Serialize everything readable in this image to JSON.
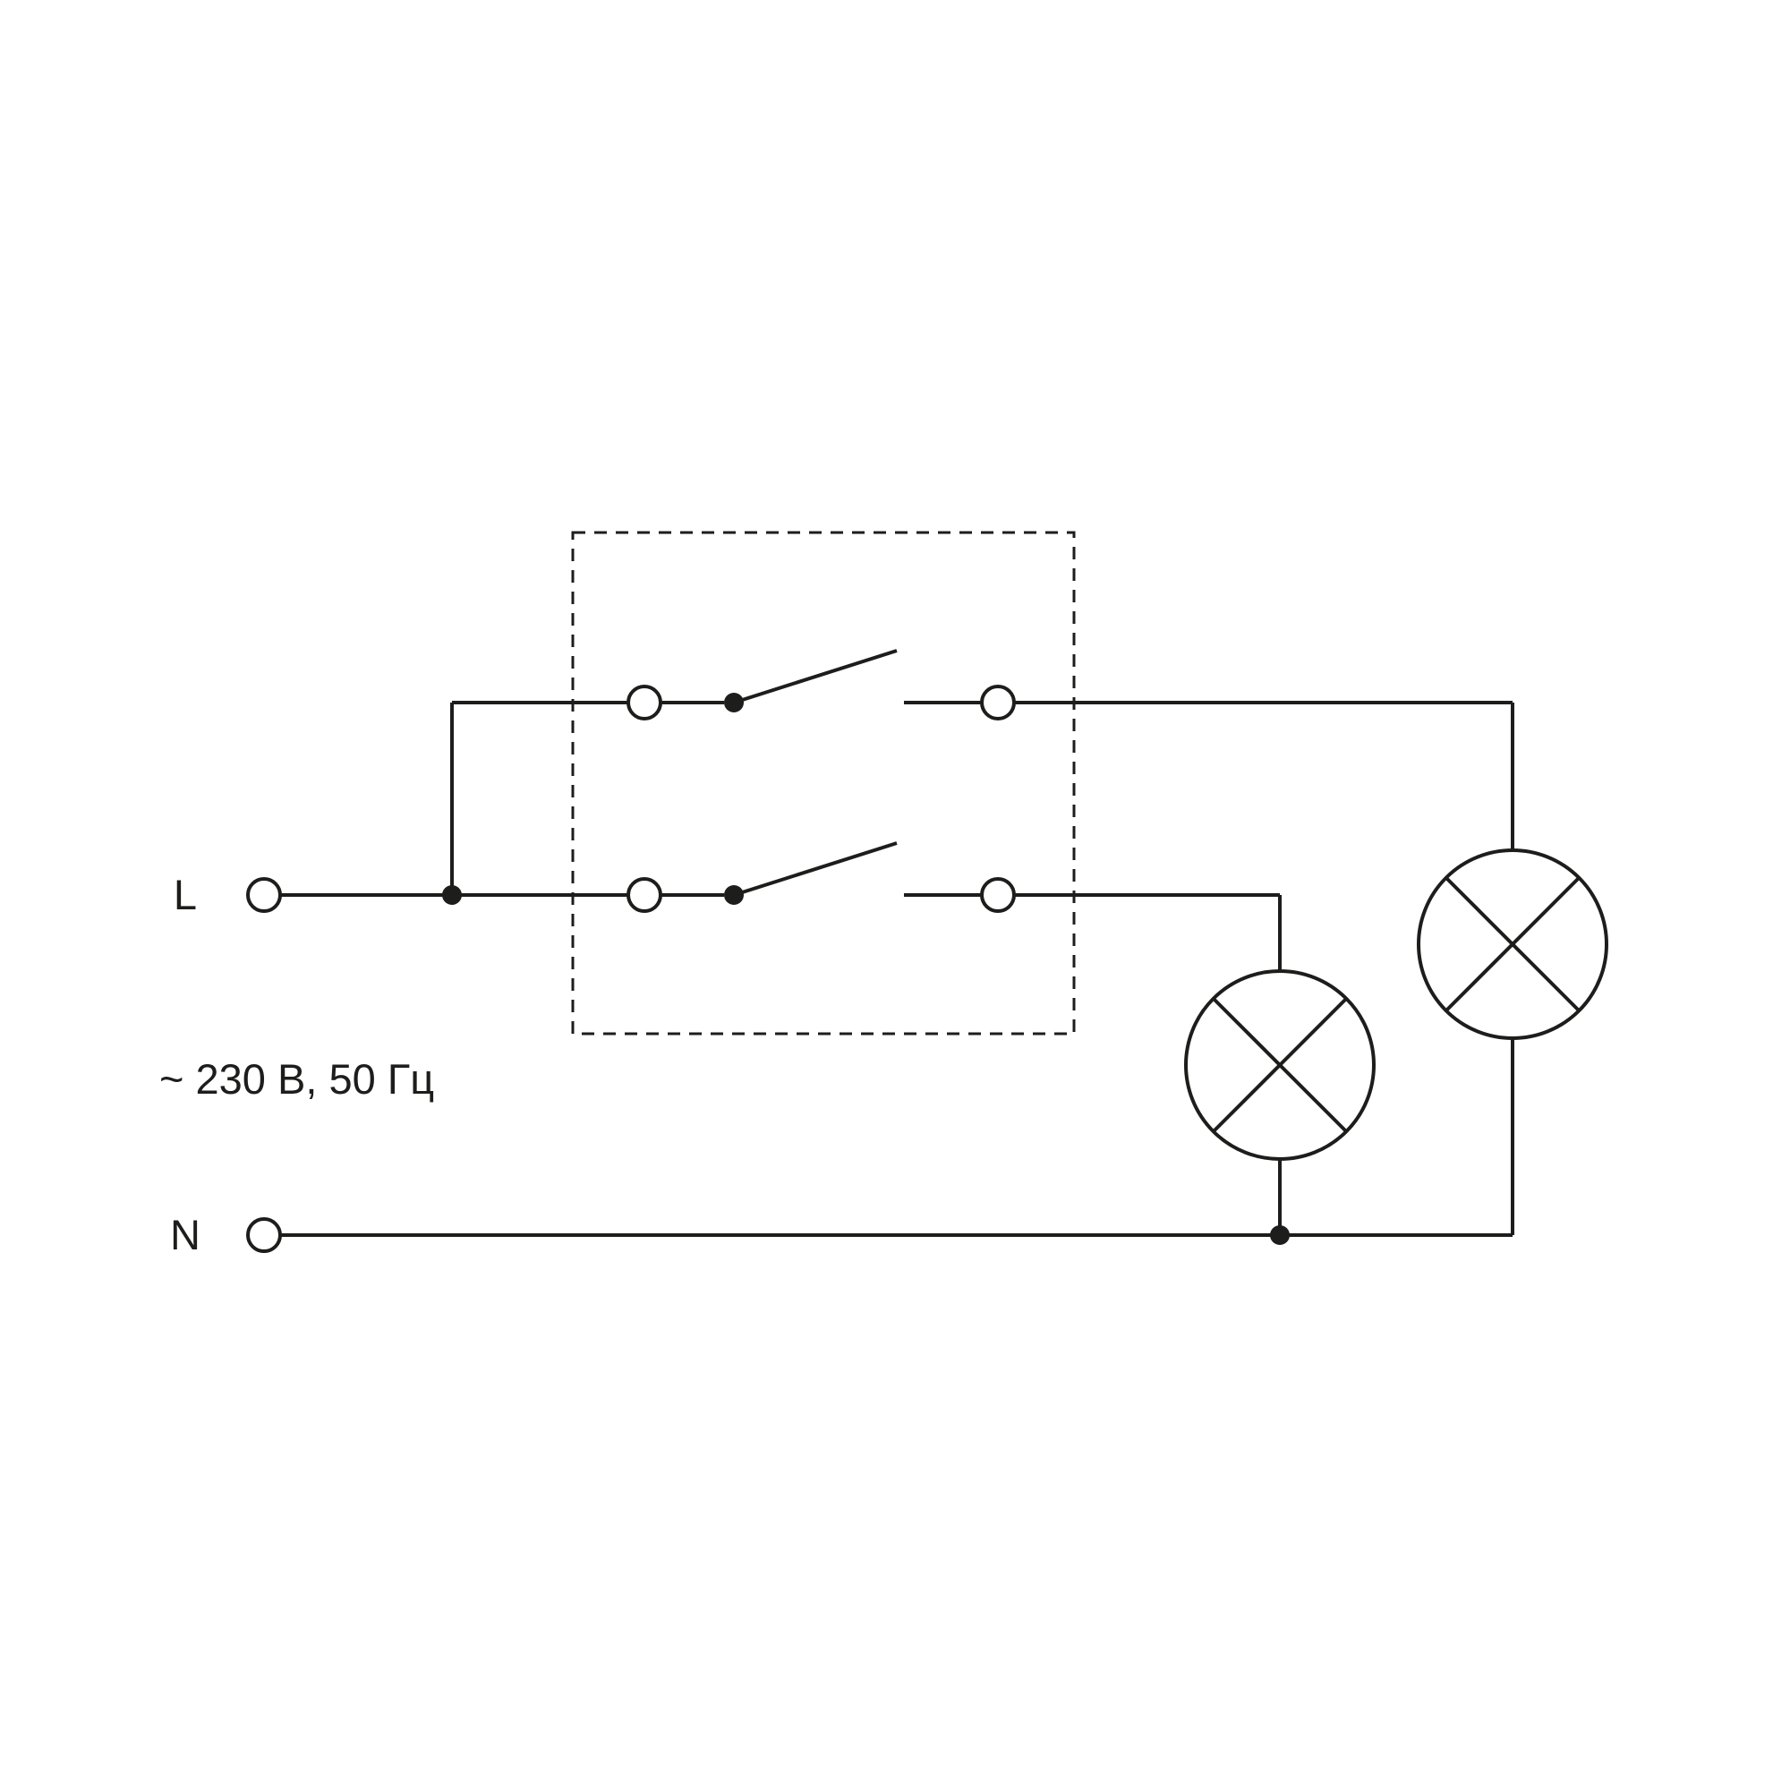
{
  "diagram": {
    "labels": {
      "line": "L",
      "neutral": "N",
      "voltage": "~ 230 В, 50 Гц"
    },
    "colors": {
      "line": "#1d1d1b",
      "background": "#ffffff"
    }
  }
}
